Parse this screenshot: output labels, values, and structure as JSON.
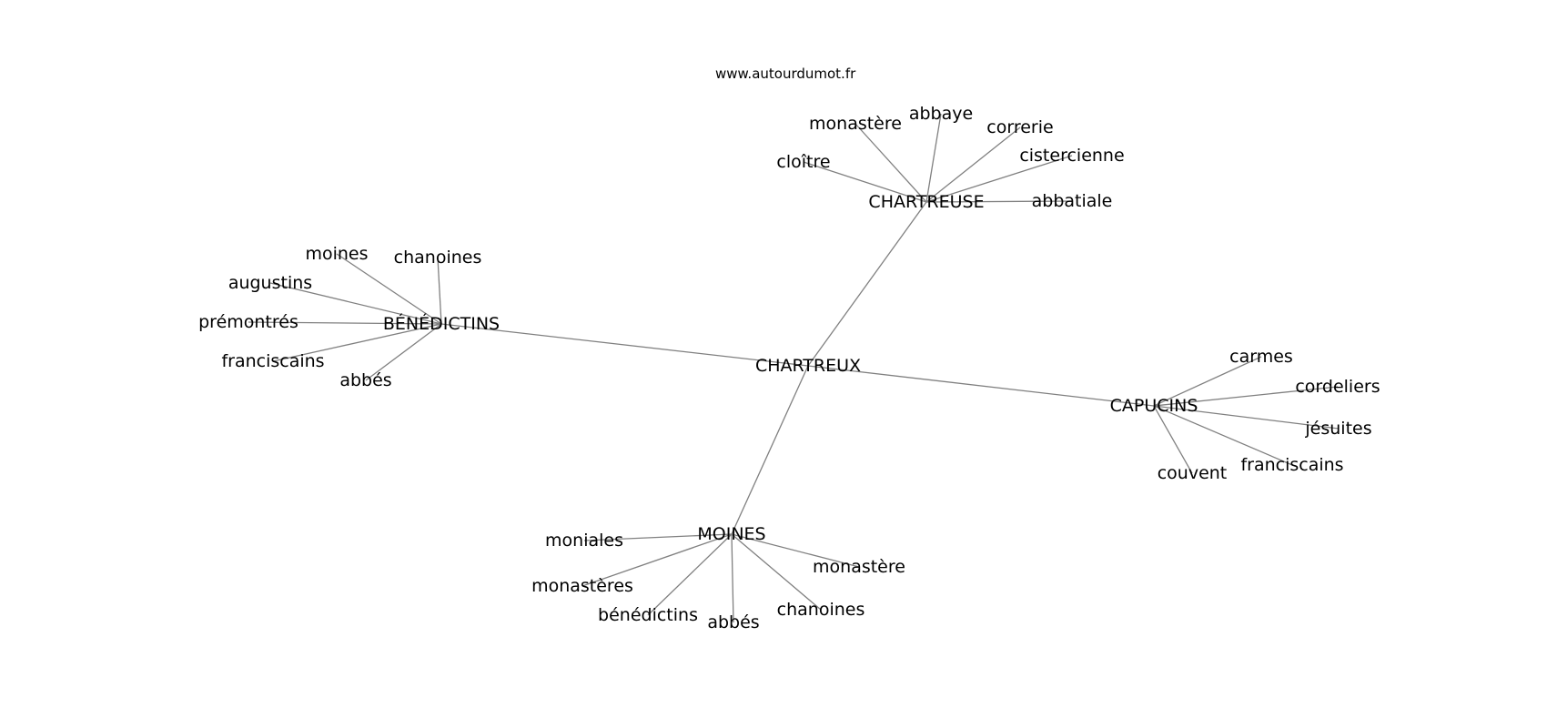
{
  "source": "www.autourdumot.fr",
  "graph": {
    "center": "CHARTREUX",
    "clusters": [
      {
        "hub": "CHARTREUSE",
        "words": [
          "cloître",
          "monastère",
          "abbaye",
          "correrie",
          "cistercienne",
          "abbatiale"
        ]
      },
      {
        "hub": "BÉNÉDICTINS",
        "words": [
          "moines",
          "chanoines",
          "augustins",
          "prémontrés",
          "franciscains",
          "abbés"
        ]
      },
      {
        "hub": "CAPUCINS",
        "words": [
          "carmes",
          "cordeliers",
          "jésuites",
          "franciscains",
          "couvent"
        ]
      },
      {
        "hub": "MOINES",
        "words": [
          "moniales",
          "monastères",
          "bénédictins",
          "abbés",
          "chanoines",
          "monastère"
        ]
      }
    ]
  },
  "colors": {
    "edge": "#808080",
    "text": "#000000",
    "background": "#ffffff"
  }
}
